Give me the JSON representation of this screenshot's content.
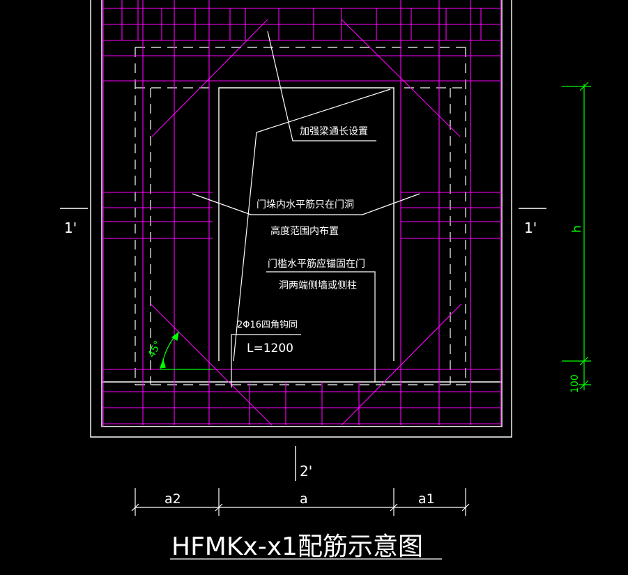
{
  "drawing": {
    "title": "HFMKx-x1配筋示意图",
    "annotations": {
      "beam_note": "加强梁通长设置",
      "horizontal_bar_note_line1": "门垛内水平筋只在门洞",
      "horizontal_bar_note_line2": "高度范围内布置",
      "sill_note_line1": "门槛水平筋应锚固在门",
      "sill_note_line2": "洞两端侧墙或侧柱",
      "corner_bar_note": "2Φ16四角钩同",
      "corner_bar_length": "L=1200"
    },
    "section_marks": {
      "left": "1'",
      "right": "1'",
      "bottom": "2'"
    },
    "dimensions": {
      "a2": "a2",
      "a": "a",
      "a1": "a1",
      "h": "h",
      "offset_100": "100",
      "angle": "45°"
    },
    "colors": {
      "background": "#000000",
      "outline": "#ffffff",
      "rebar": "#ff00ff",
      "dimension": "#00ff00"
    }
  }
}
